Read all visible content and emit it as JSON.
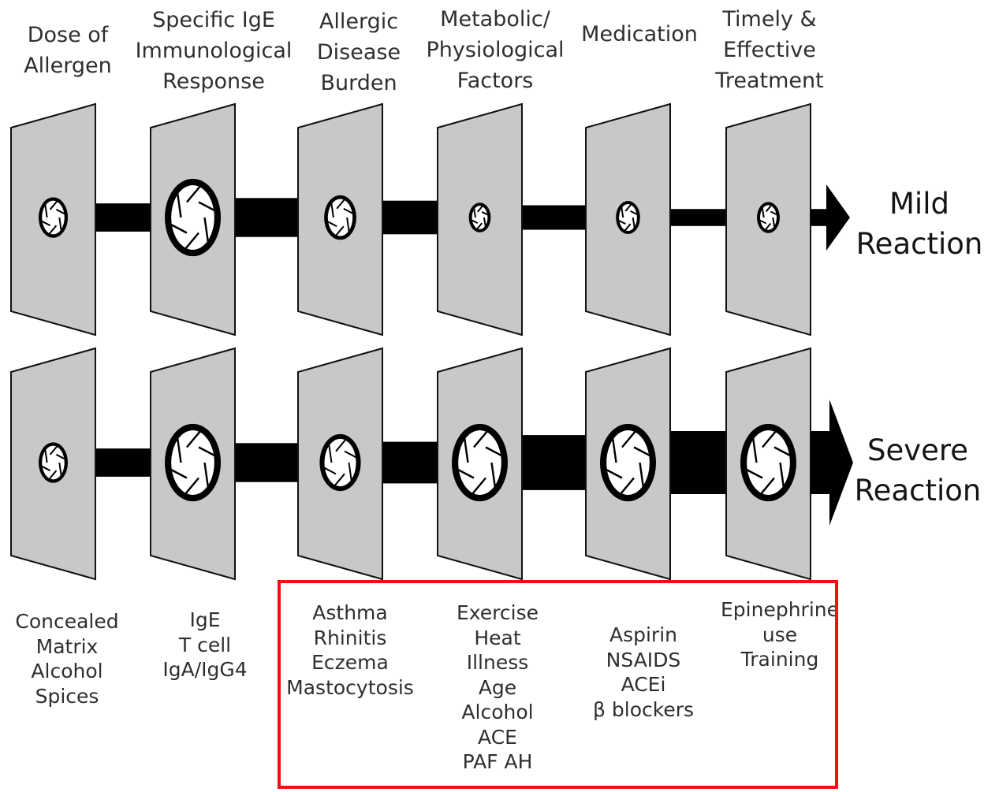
{
  "headers": [
    "Dose of\nAllergen",
    "Specific IgE\nImmunological\nResponse",
    "Allergic\nDisease\nBurden",
    "Metabolic/\nPhysiological\nFactors",
    "Medication",
    "Timely &\nEffective\nTreatment"
  ],
  "outcomes": {
    "mild": "Mild\nReaction",
    "severe": "Severe\nReaction"
  },
  "factors": [
    "Concealed\nMatrix\nAlcohol\nSpices",
    "IgE\nT cell\nIgA/IgG4",
    "Asthma\nRhinitis\nEczema\nMastocytosis",
    "Exercise\nHeat\nIllness\nAge\nAlcohol\nACE\nPAF AH",
    "Aspirin\nNSAIDS\nACEi\nβ blockers",
    "Epinephrine\nuse\nTraining"
  ],
  "diagram": {
    "mild_aperture_level": [
      0.25,
      0.7,
      0.3,
      0.1,
      0.15,
      0.12
    ],
    "severe_aperture_level": [
      0.25,
      0.7,
      0.45,
      0.7,
      0.7,
      0.7
    ],
    "mild_beam_level": [
      0.35,
      0.55,
      0.45,
      0.28,
      0.14
    ],
    "severe_beam_level": [
      0.35,
      0.55,
      0.6,
      0.85,
      1.0
    ],
    "highlight_color": "#ee1111",
    "panel_color": "#c8c8c8"
  }
}
